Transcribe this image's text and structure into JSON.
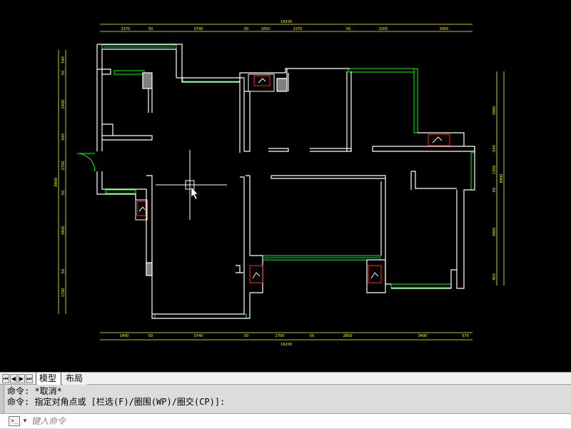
{
  "tabs": {
    "model_label": "模型",
    "layout_label": "布局"
  },
  "command": {
    "history": [
      "命令: *取消*",
      "命令: 指定对角点或 [栏选(F)/圈围(WP)/圈交(CP)]:"
    ],
    "placeholder": "键入命令"
  },
  "drawing": {
    "colors": {
      "wall": "#ffffff",
      "wall_fill": "#808080",
      "dim": "#ffff00",
      "window": "#00ff00",
      "window_inner": "#00c8c8",
      "fixture": "#ff3000"
    },
    "dimensions": {
      "top_overall": "16200",
      "top_segments": [
        "2370",
        "50",
        "3740",
        "50",
        "1850",
        "2370",
        "50",
        "2305",
        "2450"
      ],
      "bottom_overall": "16200",
      "bottom_segments": [
        "1400",
        "50",
        "3740",
        "50",
        "2700",
        "50",
        "2850",
        "3400",
        "570"
      ],
      "left_overall": "8400",
      "left_segments": [
        "540",
        "50",
        "2400",
        "540",
        "2700",
        "50",
        "3400",
        "50",
        "1700"
      ],
      "right_overall": "8900",
      "right_segments": [
        "3900",
        "540",
        "1350",
        "50",
        "3400",
        "450"
      ]
    }
  }
}
